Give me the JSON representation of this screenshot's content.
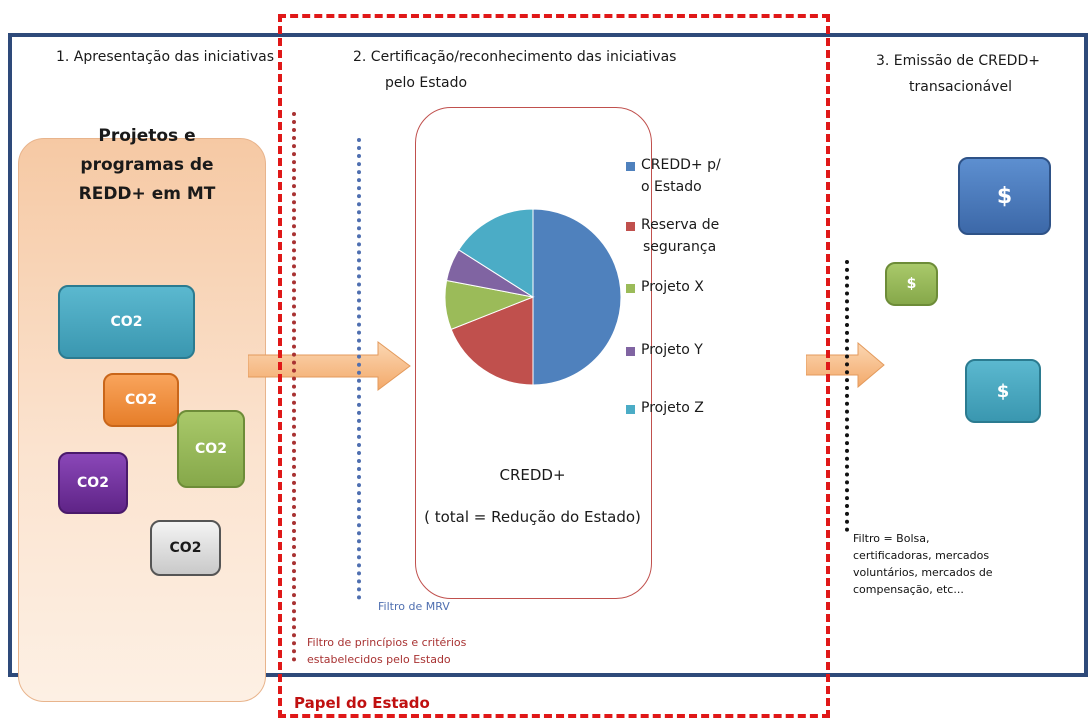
{
  "steps": {
    "step1": "1.   Apresentação das iniciativas",
    "step2_line1": "2.   Certificação/reconhecimento das iniciativas",
    "step2_line2": "pelo Estado",
    "step3_line1": "3.   Emissão de CREDD+",
    "step3_line2": "transacionável"
  },
  "left_panel": {
    "title_line1": "Projetos e",
    "title_line2": "programas de",
    "title_line3": "REDD+ em MT",
    "co2_label": "CO2"
  },
  "center": {
    "total_label": "CREDD+",
    "total_sub": "( total = Redução do Estado)"
  },
  "chart_data": {
    "type": "pie",
    "categories": [
      "CREDD+ p/ o Estado",
      "Reserva de segurança",
      "Projeto X",
      "Projeto Y",
      "Projeto Z"
    ],
    "values": [
      50,
      19,
      9,
      6,
      16
    ],
    "colors": [
      "#4f81bd",
      "#c0504d",
      "#9bbb59",
      "#8064a2",
      "#4bacc6"
    ]
  },
  "legend": {
    "item1_line1": "CREDD+ p/",
    "item1_line2": "o Estado",
    "item2_line1": "Reserva de",
    "item2_line2": "segurança",
    "item3": "Projeto X",
    "item4": "Projeto Y",
    "item5": "Projeto Z"
  },
  "filters": {
    "mrv": "Filtro de MRV",
    "principles_line1": "Filtro de princípios e critérios",
    "principles_line2": "estabelecidos pelo Estado",
    "market_line1": "Filtro = Bolsa,",
    "market_line2": "certificadoras, mercados",
    "market_line3": "voluntários, mercados de",
    "market_line4": "compensação, etc..."
  },
  "dollar_symbol": "$",
  "estado_label": "Papel do Estado",
  "colors": {
    "frame": "#2e4a7a",
    "estado_dash": "#e01818",
    "blue_dollar": "#4f81bd",
    "teal": "#4bacc6",
    "green": "#9bbb59",
    "orange": "#f79646",
    "purple": "#7030a0"
  }
}
